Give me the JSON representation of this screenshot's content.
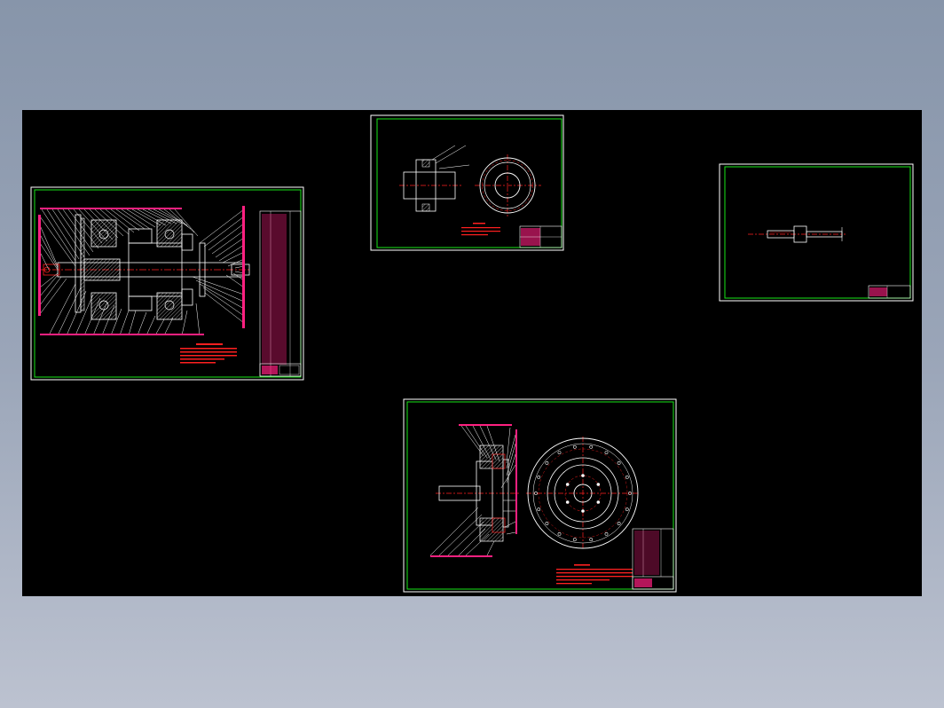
{
  "drawing": {
    "background_color": "#000000",
    "sheet_frame_color": "#ffffff",
    "inner_frame_color": "#19e619",
    "geometry_color": "#ffffff",
    "centerline_color": "#ff2020",
    "annotation_color": "#ff2080",
    "sheets": [
      {
        "id": "assembly-sheet",
        "icon": "clutch-assembly-drawing"
      },
      {
        "id": "part-sheet-flange",
        "icon": "flange-part-drawing"
      },
      {
        "id": "part-sheet-shaft",
        "icon": "shaft-part-drawing"
      },
      {
        "id": "part-sheet-disc",
        "icon": "brake-disc-drawing"
      }
    ]
  }
}
